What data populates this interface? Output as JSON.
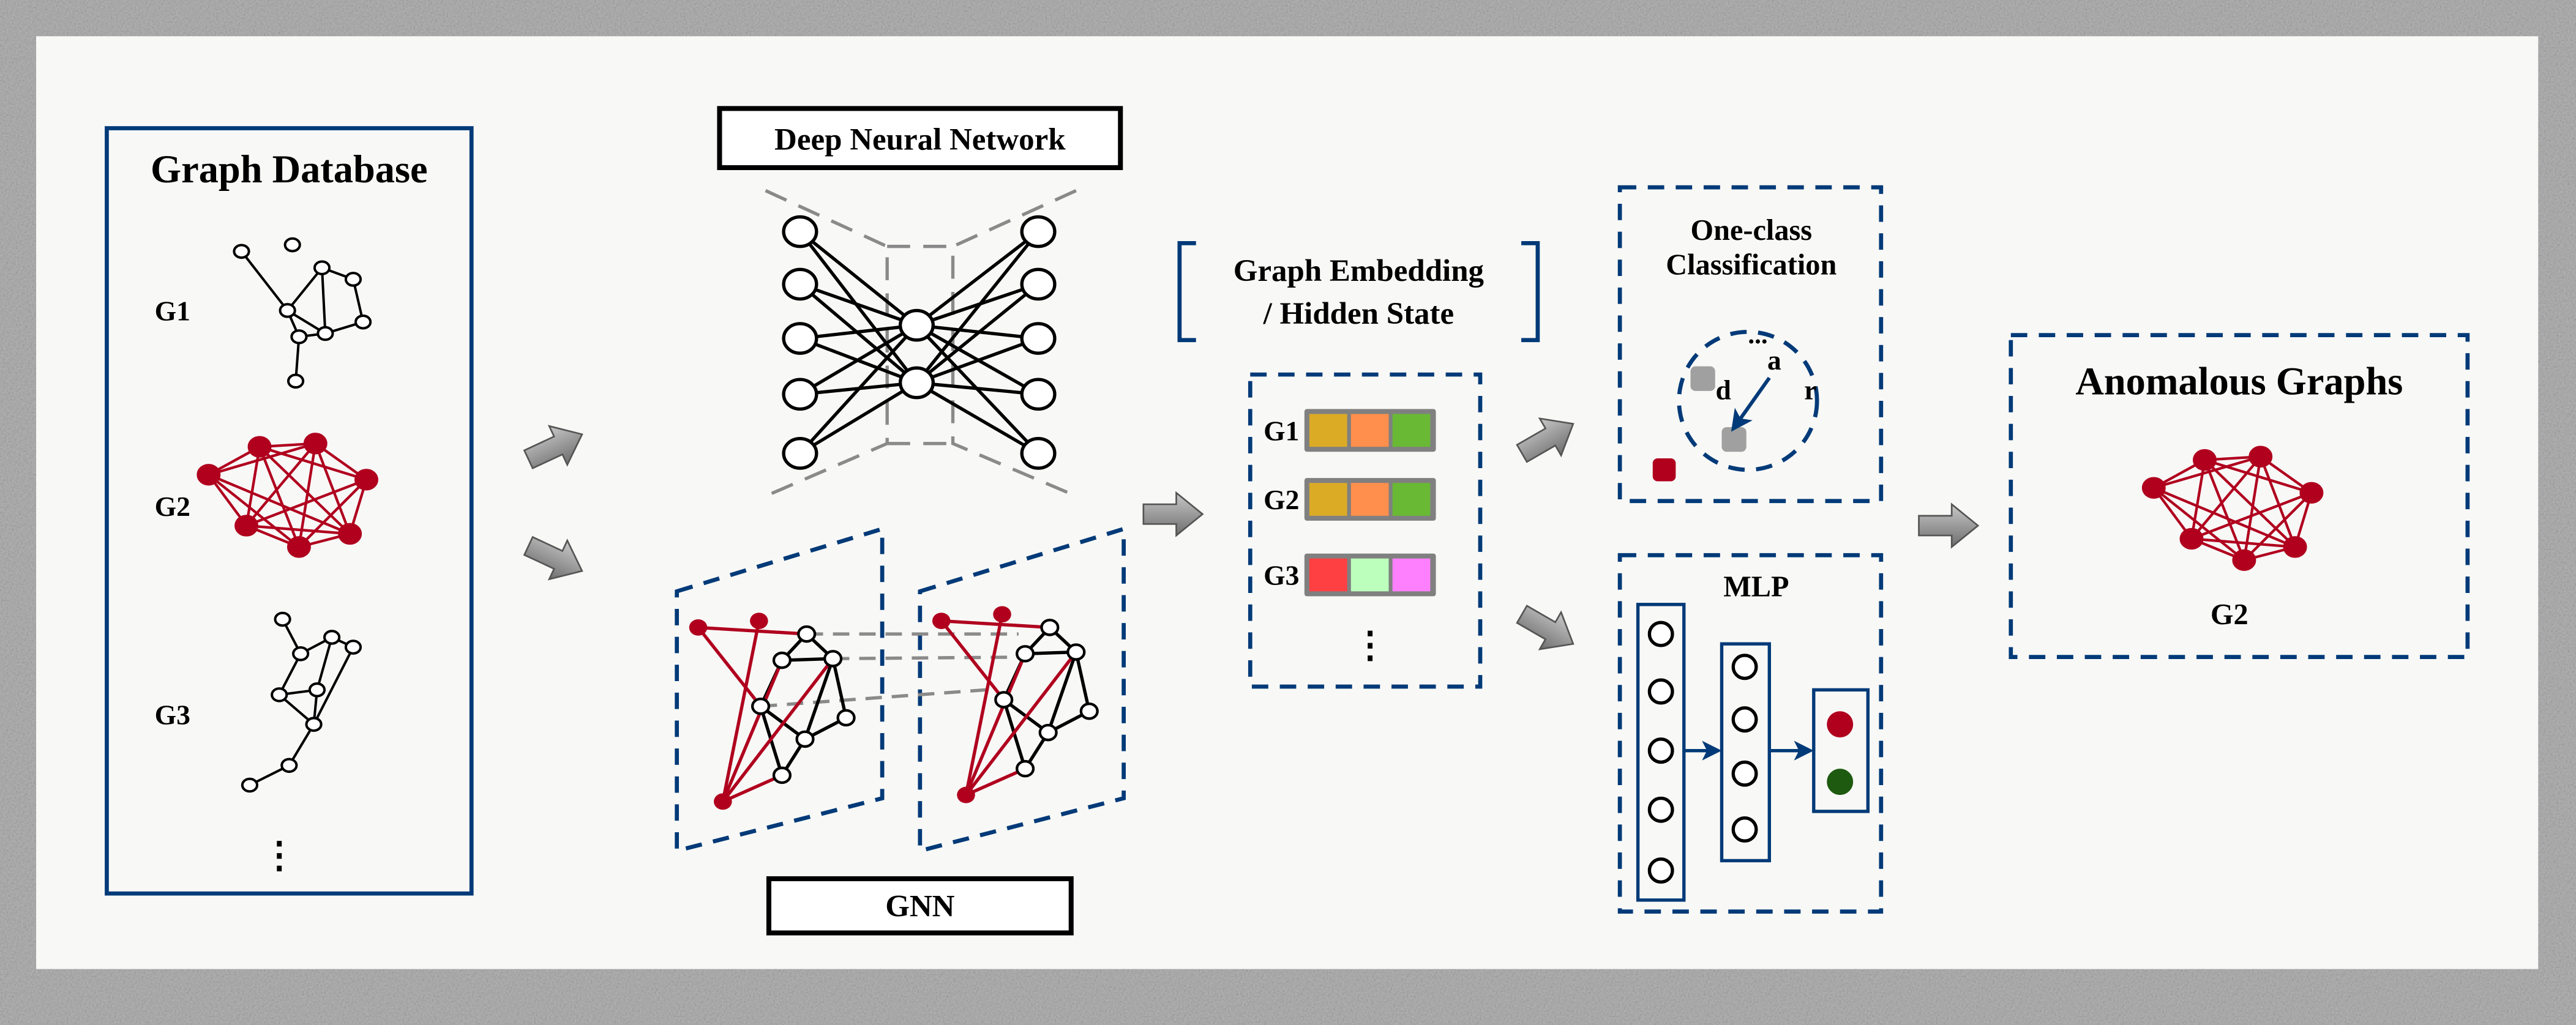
{
  "colors": {
    "navy": "#003a78",
    "anomaly_red": "#b0001e",
    "normal_gray": "#a0a0a0",
    "output_green": "#1e5a10",
    "panel": "#f8f8f6"
  },
  "database": {
    "title": "Graph Database",
    "graphs": [
      {
        "label": "G1",
        "color": "#000000"
      },
      {
        "label": "G2",
        "color": "#b0001e"
      },
      {
        "label": "G3",
        "color": "#000000"
      }
    ],
    "more": "⋮"
  },
  "encoders": {
    "dnn_label": "Deep Neural Network",
    "gnn_label": "GNN"
  },
  "embedding": {
    "title_line1": "Graph Embedding",
    "title_line2": "/ Hidden State",
    "rows": [
      {
        "label": "G1",
        "cells": [
          "#dbab26",
          "#ff8f4c",
          "#69b935"
        ]
      },
      {
        "label": "G2",
        "cells": [
          "#dbab26",
          "#ff8f4c",
          "#69b935"
        ]
      },
      {
        "label": "G3",
        "cells": [
          "#ff4042",
          "#bcffbc",
          "#ff80ff"
        ]
      }
    ],
    "more": "⋮"
  },
  "one_class": {
    "title_line1": "One-class",
    "title_line2": "Classification",
    "ellipsis": "...",
    "label_a": "a",
    "label_d": "d",
    "label_r": "r"
  },
  "mlp": {
    "title": "MLP"
  },
  "result": {
    "title": "Anomalous Graphs",
    "graph_label": "G2"
  },
  "icons": [
    "arrow-right-3d-icon",
    "arrow-up-right-icon",
    "arrow-down-right-icon"
  ]
}
